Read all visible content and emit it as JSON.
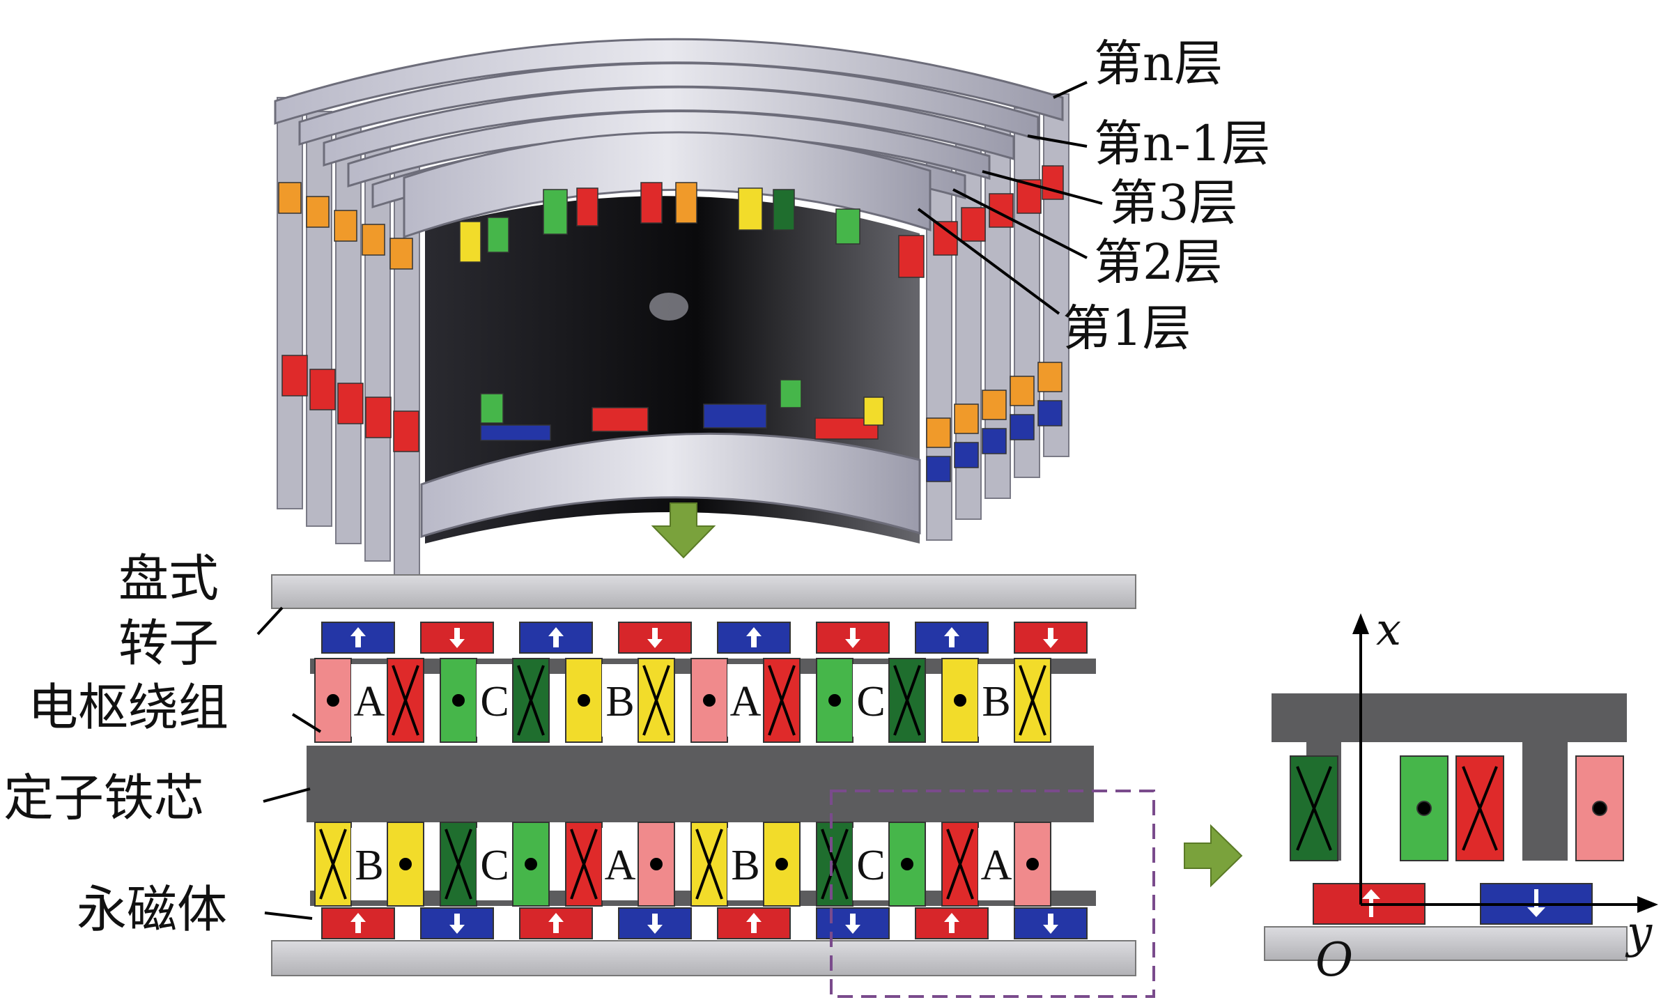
{
  "top_view": {
    "layer_labels": {
      "n": "第n层",
      "n_minus_1": "第n-1层",
      "third": "第3层",
      "second": "第2层",
      "first": "第1层"
    }
  },
  "flat_view": {
    "labels": {
      "rotor_line1": "盘式",
      "rotor_line2": "转子",
      "winding": "电枢绕组",
      "stator_core": "定子铁芯",
      "magnet": "永磁体"
    },
    "upper_coil_letters": [
      "A",
      "C",
      "B",
      "A",
      "C",
      "B"
    ],
    "lower_coil_letters": [
      "B",
      "C",
      "A",
      "B",
      "C",
      "A"
    ]
  },
  "detail_view": {
    "axis_x": "x",
    "axis_y": "y",
    "origin": "O"
  },
  "colors": {
    "arrow_green": "#7aa23c",
    "magnet_red": "#d7262a",
    "magnet_blue": "#2436a6",
    "coil_pink": "#f08a8c",
    "coil_red": "#df2a2a",
    "coil_green": "#46b64a",
    "coil_dark_green": "#1f6e2e",
    "coil_yellow": "#f2dc2a",
    "iron_gray": "#5c5c5e",
    "rotor_gray": "#c8c8ca",
    "dash_purple": "#7a4b8c"
  }
}
